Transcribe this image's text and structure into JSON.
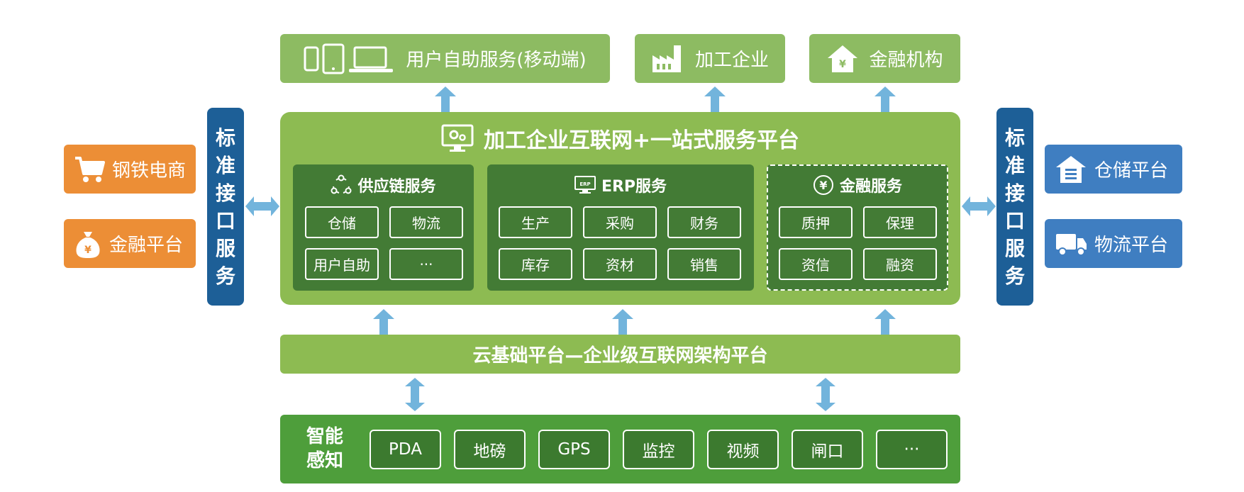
{
  "top_boxes": [
    {
      "label": "用户自助服务(移动端)",
      "icon": "devices-icon"
    },
    {
      "label": "加工企业",
      "icon": "factory-icon"
    },
    {
      "label": "金融机构",
      "icon": "bank-home-icon"
    }
  ],
  "left_interface": {
    "chars": [
      "标",
      "准",
      "接",
      "口",
      "服",
      "务"
    ]
  },
  "right_interface": {
    "chars": [
      "标",
      "准",
      "接",
      "口",
      "服",
      "务"
    ]
  },
  "left_boxes": [
    {
      "label": "钢铁电商",
      "icon": "cart-icon"
    },
    {
      "label": "金融平台",
      "icon": "money-bag-icon"
    }
  ],
  "right_boxes": [
    {
      "label": "仓储平台",
      "icon": "warehouse-icon"
    },
    {
      "label": "物流平台",
      "icon": "truck-icon"
    }
  ],
  "platform": {
    "title": "加工企业互联网+一站式服务平台",
    "panels": [
      {
        "title": "供应链服务",
        "icon": "supply-chain-icon",
        "items": [
          "仓储",
          "物流",
          "用户自助",
          "···"
        ]
      },
      {
        "title": "ERP服务",
        "icon": "erp-monitor-icon",
        "icon_text": "ERP",
        "items": [
          "生产",
          "采购",
          "财务",
          "库存",
          "资材",
          "销售"
        ]
      },
      {
        "title": "金融服务",
        "icon": "yen-circle-icon",
        "items": [
          "质押",
          "保理",
          "资信",
          "融资"
        ]
      }
    ]
  },
  "cloud": {
    "label": "云基础平台—企业级互联网架构平台"
  },
  "sensing": {
    "title_lines": [
      "智能",
      "感知"
    ],
    "items": [
      "PDA",
      "地磅",
      "GPS",
      "监控",
      "视频",
      "闸口",
      "···"
    ]
  },
  "colors": {
    "light_green": "#8dbb52",
    "dark_green": "#437b35",
    "interface_blue": "#1d5f97",
    "orange": "#ec8e36",
    "side_blue": "#3f7ec1",
    "arrow_blue": "#72b4dc"
  }
}
